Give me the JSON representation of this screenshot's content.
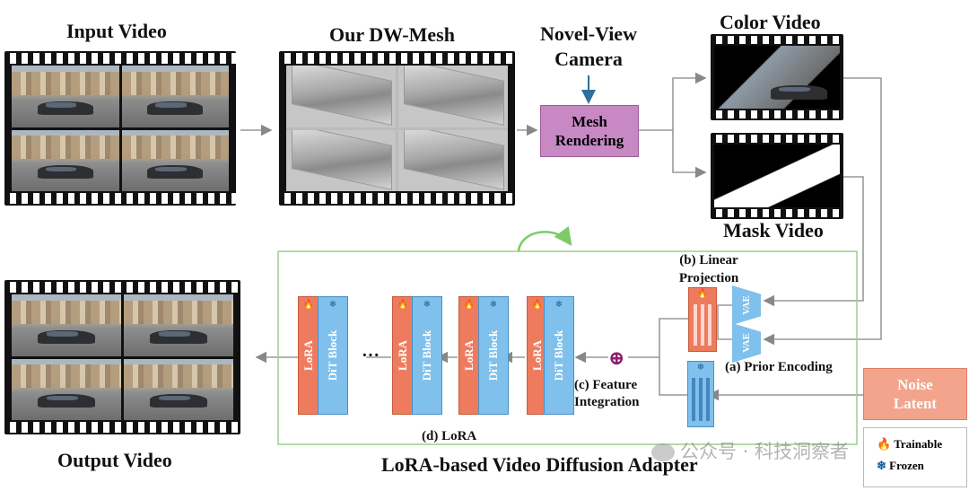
{
  "labels": {
    "input_video": "Input Video",
    "dw_mesh": "Our DW-Mesh",
    "novel_view_camera": "Novel-View Camera",
    "color_video": "Color Video",
    "mask_video": "Mask Video",
    "mesh_rendering": "Mesh Rendering",
    "output_video": "Output Video",
    "adapter_title": "LoRA-based Video Diffusion Adapter",
    "linear_projection": "(b) Linear Projection",
    "prior_encoding": "(a) Prior Encoding",
    "feature_integration": "(c) Feature Integration",
    "lora_label": "(d) LoRA",
    "noise_latent": "Noise Latent",
    "ellipsis": "···",
    "plus": "⊕"
  },
  "blocks": {
    "lora": "LoRA",
    "dit": "DiT Block",
    "vae": "VAE"
  },
  "legend": {
    "trainable": "Trainable",
    "frozen": "Frozen"
  },
  "watermark": "公众号 · 科技洞察者",
  "colors": {
    "mesh_rendering": "#c788c4",
    "lora": "#ef7b5e",
    "dit": "#7fc0ec",
    "noise_latent": "#f2a48c",
    "adapter_border": "#9ccf8a"
  },
  "icons": {
    "trainable": "flame-icon",
    "frozen": "snowflake-icon"
  }
}
